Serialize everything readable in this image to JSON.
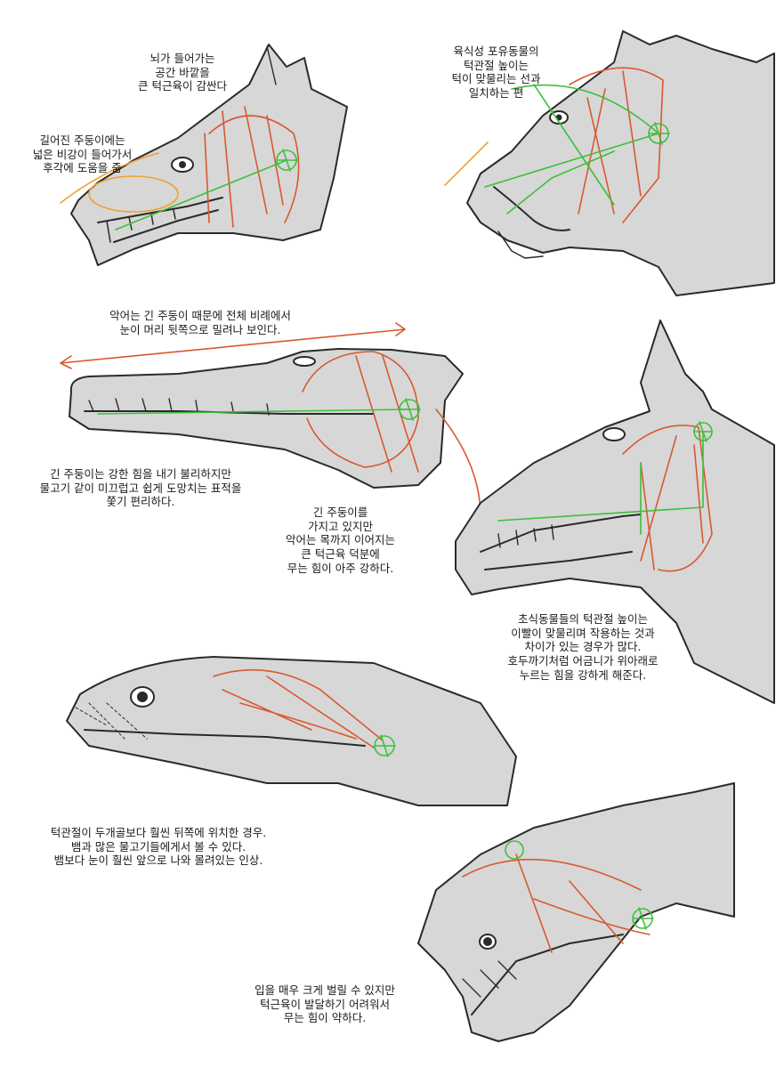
{
  "colors": {
    "background": "#ffffff",
    "head_fill": "#d7d7d7",
    "outline": "#2a2a2a",
    "muscle_red": "#d9582f",
    "jaw_green": "#3cc03c",
    "snout_orange": "#f0a030"
  },
  "notes": {
    "wolf_muscle": [
      "뇌가 들어가는",
      "공간 바깥을",
      "큰 턱근육이 감싼다"
    ],
    "wolf_snout": [
      "길어진 주둥이에는",
      "넓은 비강이 들어가서",
      "후각에 도움을 줌"
    ],
    "cat_joint": [
      "육식성 포유동물의",
      "턱관절 높이는",
      "턱이 맞물리는 선과",
      "일치하는 편"
    ],
    "croc_eye": [
      "악어는 긴 주둥이 때문에 전체 비례에서",
      "눈이 머리 뒷쪽으로 밀려나 보인다."
    ],
    "croc_snout": [
      "긴 주둥이는 강한 힘을 내기 불리하지만",
      "물고기 같이 미끄럽고 쉽게 도망치는 표적을",
      "쫓기 편리하다."
    ],
    "croc_muscle": [
      "긴 주둥이를",
      "가지고 있지만",
      "악어는 목까지 이어지는",
      "큰 턱근육 덕분에",
      "무는 힘이 아주 강하다."
    ],
    "horse_joint": [
      "초식동물들의 턱관절 높이는",
      "이빨이 맞물리며 작용하는 것과",
      "차이가 있는 경우가 많다.",
      "호두까기처럼 어금니가 위아래로",
      "누르는 힘을 강하게 해준다."
    ],
    "snake_joint": [
      "턱관절이 두개골보다 훨씬 뒤쪽에 위치한 경우.",
      "뱀과 많은 물고기들에게서 볼 수 있다.",
      "뱀보다 눈이 훨씬 앞으로 나와 몰려있는 인상."
    ],
    "serpent_gape": [
      "입을 매우 크게 벌릴 수 있지만",
      "턱근육이 발달하기 어려워서",
      "무는 힘이 약하다."
    ]
  }
}
